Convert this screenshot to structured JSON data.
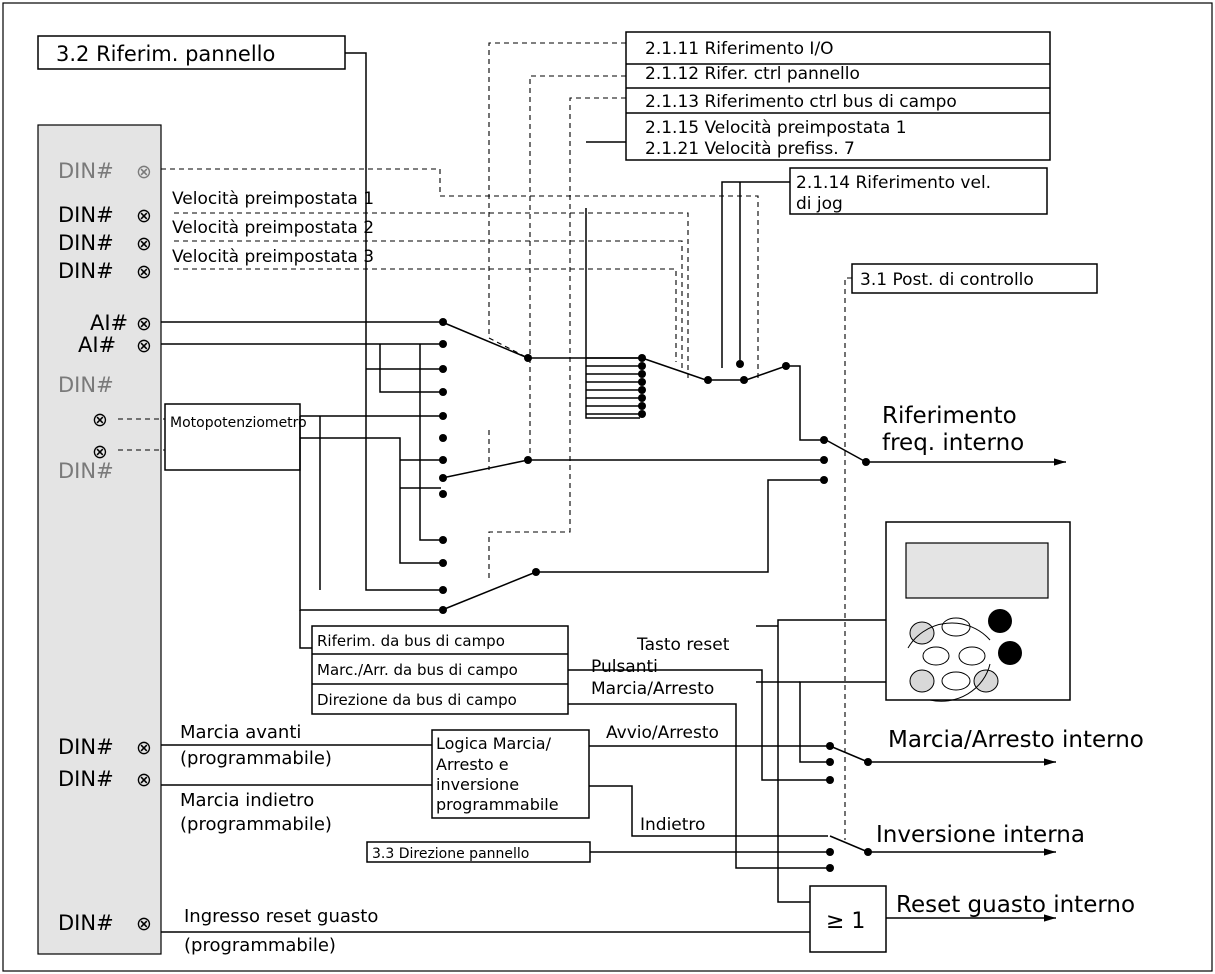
{
  "panel_ref_label": "3.2 Riferim. pannello",
  "param_refs": [
    "2.1.11 Riferimento I/O",
    "2.1.12 Rifer. ctrl pannello",
    "2.1.13 Riferimento ctrl bus di campo",
    "2.1.15 Velocità preimpostata 1",
    "2.1.21 Velocità prefiss. 7"
  ],
  "jog_ref": [
    "2.1.14 Riferimento vel.",
    "di jog"
  ],
  "control_place": "3.1 Post. di controllo",
  "inputs": {
    "din": "DIN#",
    "ai": "AI#",
    "terminal_symbol": "⊗"
  },
  "preset_speeds": [
    "Velocità preimpostata 1",
    "Velocità preimpostata 2",
    "Velocità preimpostata 3"
  ],
  "motopot": "Motopotenziometro",
  "fieldbus": [
    "Riferim. da bus di campo",
    "Marc./Arr. da bus di campo",
    "Direzione da bus di campo"
  ],
  "freq_out": [
    "Riferimento",
    "freq. interno"
  ],
  "keypad": {
    "reset_key": "Tasto reset",
    "buttons": [
      "Pulsanti",
      "Marcia/Arresto"
    ]
  },
  "run_logic": [
    "Logica Marcia/",
    "Arresto e",
    "inversione",
    "programmabile"
  ],
  "fwd": [
    "Marcia avanti",
    "(programmabile)"
  ],
  "rev": [
    "Marcia indietro",
    "(programmabile)"
  ],
  "start_stop": "Avvio/Arresto",
  "reverse": "Indietro",
  "panel_dir": "3.3 Direzione pannello",
  "run_out": "Marcia/Arresto interno",
  "rev_out": "Inversione interna",
  "reset_in": [
    "Ingresso reset guasto",
    "(programmabile)"
  ],
  "or_gate": "≥ 1",
  "reset_out": "Reset guasto interno"
}
